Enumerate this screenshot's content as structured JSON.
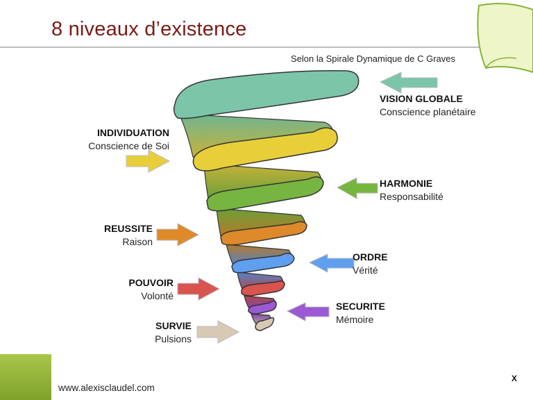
{
  "slide": {
    "title": "8 niveaux d’existence",
    "subtitle": "Selon la Spirale Dynamique de C Graves",
    "footer_url": "www.alexisclaudel.com",
    "slide_number": "X"
  },
  "levels": [
    {
      "key": "vision",
      "title": "VISION GLOBALE",
      "subtitle": "Conscience planétaire",
      "color": "#7cc5a9",
      "side": "right"
    },
    {
      "key": "individuation",
      "title": "INDIVIDUATION",
      "subtitle": "Conscience de Soi",
      "color": "#e8cf3a",
      "side": "left"
    },
    {
      "key": "harmonie",
      "title": "HARMONIE",
      "subtitle": "Responsabilité",
      "color": "#76b640",
      "side": "right"
    },
    {
      "key": "reussite",
      "title": "REUSSITE",
      "subtitle": "Raison",
      "color": "#de8a2a",
      "side": "left"
    },
    {
      "key": "ordre",
      "title": "ORDRE",
      "subtitle": "Vérité",
      "color": "#5f9ff0",
      "side": "right"
    },
    {
      "key": "pouvoir",
      "title": "POUVOIR",
      "subtitle": "Volonté",
      "color": "#d9534f",
      "side": "left"
    },
    {
      "key": "securite",
      "title": "SECURITE",
      "subtitle": "Mémoire",
      "color": "#9b59d6",
      "side": "right"
    },
    {
      "key": "survie",
      "title": "SURVIE",
      "subtitle": "Pulsions",
      "color": "#d8c9b5",
      "side": "left"
    }
  ]
}
